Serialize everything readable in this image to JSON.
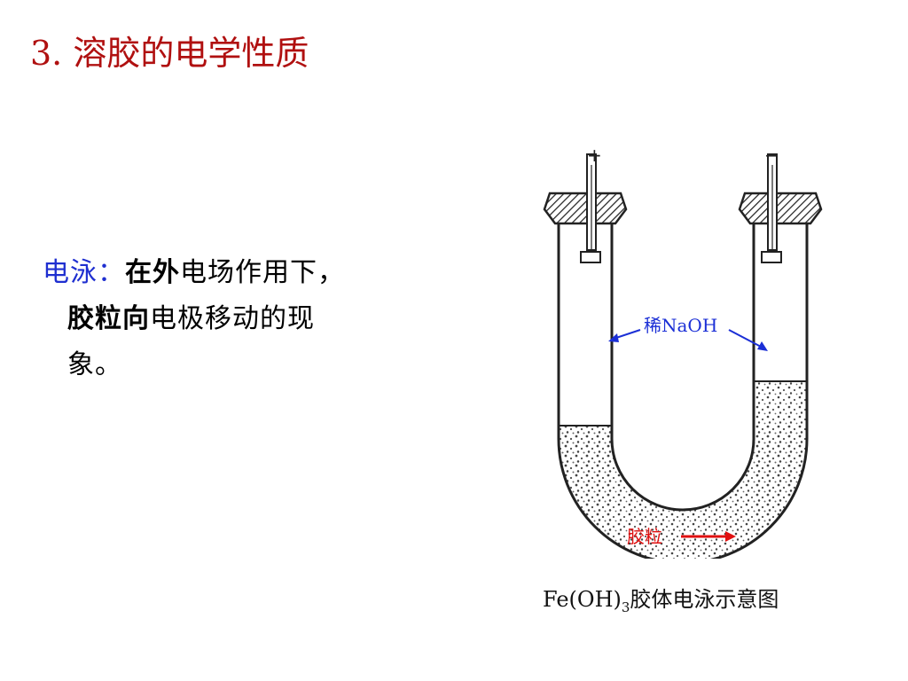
{
  "slide": {
    "title": "3. 溶胶的电学性质",
    "title_color": "#b01010"
  },
  "definition": {
    "term": "电泳：",
    "part1_bold": "在外",
    "part2": "电场作用下，",
    "part3_bold": "胶粒向",
    "part4": "电极移动的现",
    "part5": "象。"
  },
  "diagram": {
    "plus_sign": "+",
    "minus_sign": "−",
    "naoh_label": "稀NaOH",
    "particle_label": "胶粒",
    "colors": {
      "naoh_arrow": "#1b2fd6",
      "particle_arrow": "#e01010"
    }
  },
  "caption": {
    "prefix": "Fe(OH)",
    "subscript": "3",
    "suffix": "胶体电泳示意图"
  }
}
